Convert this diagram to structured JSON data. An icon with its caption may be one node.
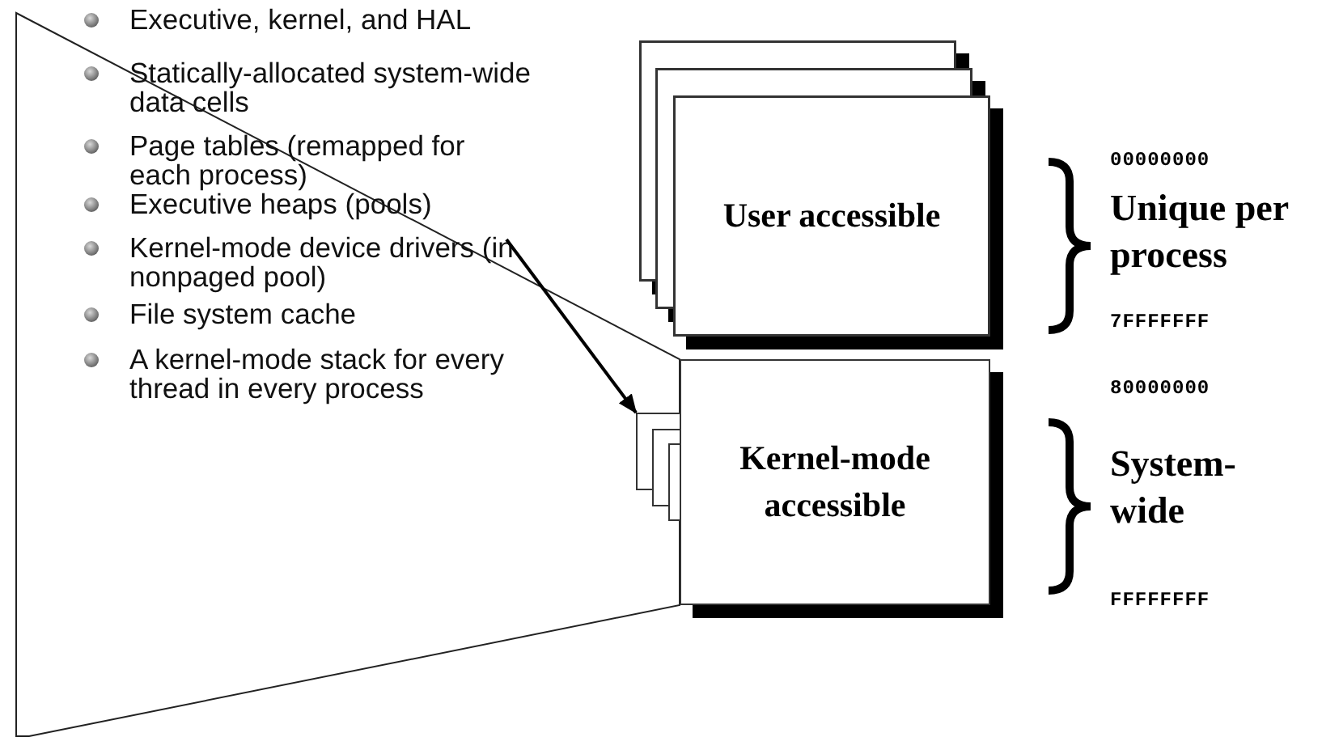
{
  "diagram": {
    "nodes": [
      {
        "text": [
          "Executive, kernel, and HAL",
          "Statically-allocated system-wide data cells",
          "Page tables (remapped for each process)",
          "Executive heaps (pools)",
          "Kernel-mode device drivers (in nonpaged pool)",
          "File system cache",
          "A kernel-mode stack for every thread in every process"
        ]
      },
      {
        "text": [
          "User accessible"
        ]
      },
      {
        "text": [],
        "shape": "box"
      },
      {
        "text": [
          "Kernel-mode accessible"
        ]
      }
    ],
    "edges": [
      {
        "from": null,
        "to": 2,
        "arrow": "to"
      }
    ],
    "labels": [
      "00000000",
      "Unique per process",
      "7FFFFFFF",
      "80000000",
      "System-wide",
      "FFFFFFFF"
    ]
  }
}
